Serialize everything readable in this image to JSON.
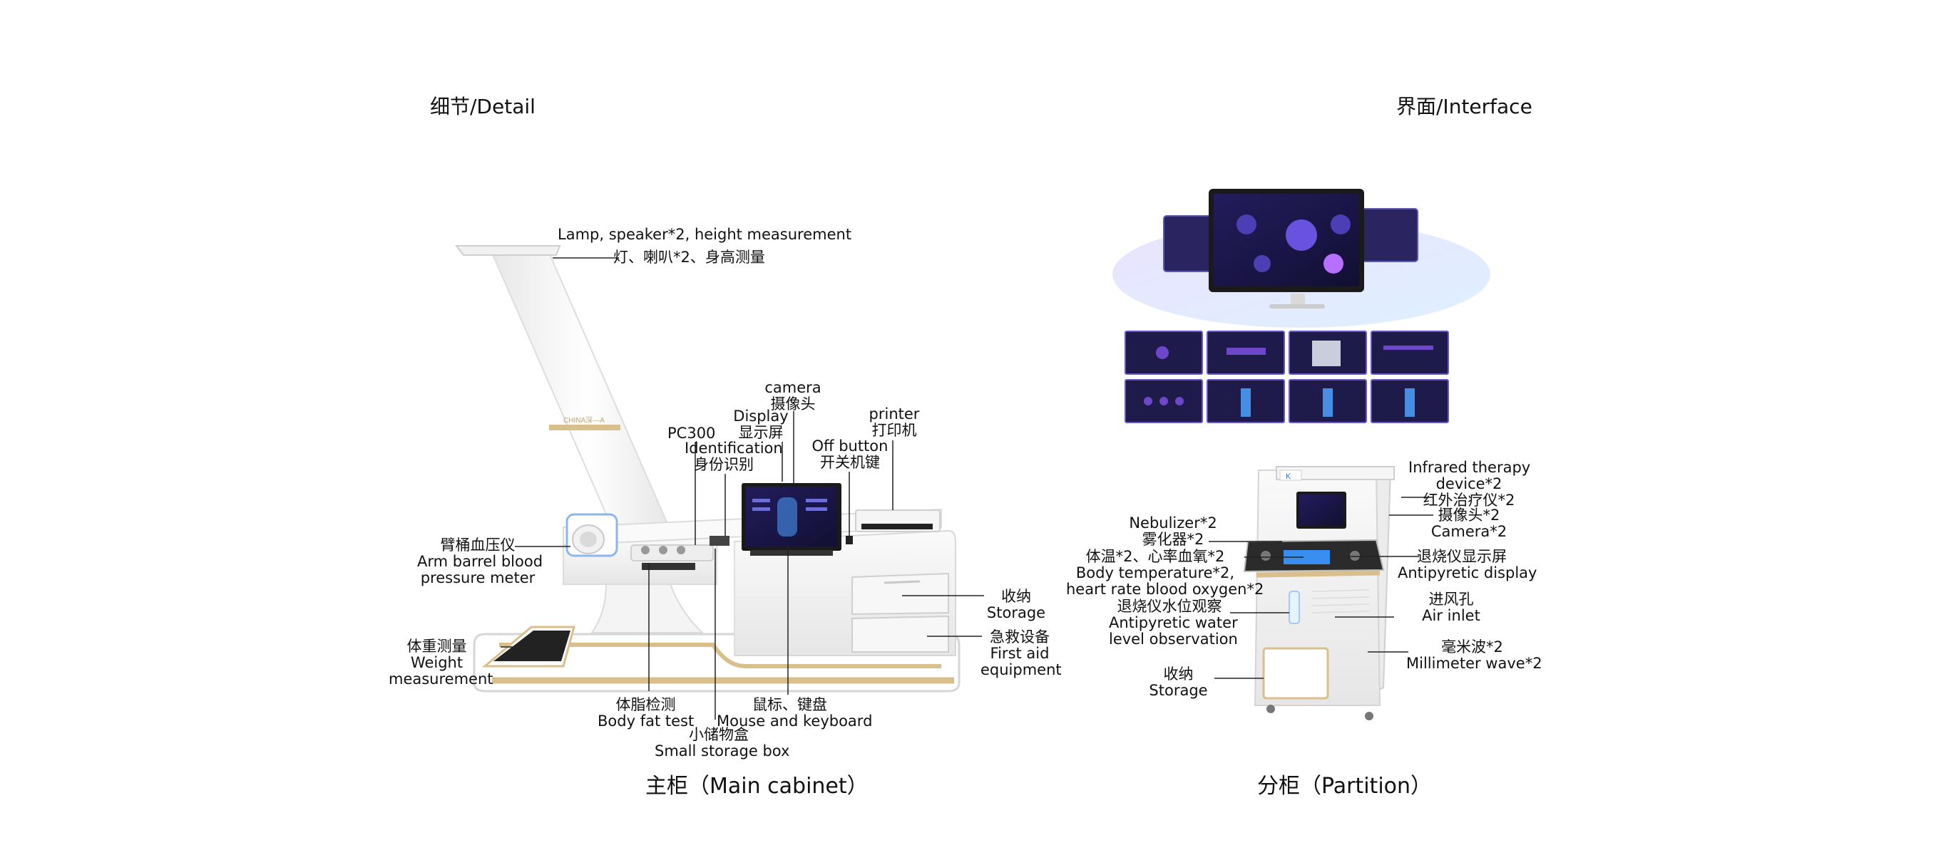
{
  "sections": {
    "detail_title": "细节/Detail",
    "interface_title": "界面/Interface"
  },
  "captions": {
    "main": "主柜（Main cabinet）",
    "partition": "分柜（Partition）"
  },
  "brand": {
    "cabinet_logo": "CHINA深—A",
    "partition_logo": "K"
  },
  "main_labels": {
    "lamp_en": "Lamp, speaker*2, height measurement",
    "lamp_cn": "灯、喇叭*2、身高测量",
    "camera_en": "camera",
    "camera_cn": "摄像头",
    "display_en": "Display",
    "display_cn": "显示屏",
    "pc300": "PC300",
    "ident_en": "Identification",
    "ident_cn": "身份识别",
    "printer_en": "printer",
    "printer_cn": "打印机",
    "off_en": "Off button",
    "off_cn": "开关机键",
    "bp_cn": "臂桶血压仪",
    "bp_en1": "Arm barrel blood",
    "bp_en2": "pressure meter",
    "weight_cn": "体重测量",
    "weight_en1": "Weight",
    "weight_en2": "measurement",
    "fat_cn": "体脂检测",
    "fat_en": "Body fat test",
    "box_cn": "小储物盒",
    "box_en": "Small storage box",
    "mouse_cn": "鼠标、键盘",
    "mouse_en": "Mouse and keyboard",
    "storage_cn": "收纳",
    "storage_en": "Storage",
    "aid_cn": "急救设备",
    "aid_en1": "First aid",
    "aid_en2": "equipment"
  },
  "partition_labels": {
    "ir_en1": "Infrared therapy",
    "ir_en2": "device*2",
    "ir_cn": "红外治疗仪*2",
    "cam_cn": "摄像头*2",
    "cam_en": "Camera*2",
    "neb_en": "Nebulizer*2",
    "neb_cn": "雾化器*2",
    "temp_cn": "体温*2、心率血氧*2",
    "temp_en1": "Body temperature*2,",
    "temp_en2": "heart rate blood oxygen*2",
    "anti_cn": "退烧仪显示屏",
    "anti_en": "Antipyretic display",
    "water_cn": "退烧仪水位观察",
    "water_en1": "Antipyretic water",
    "water_en2": "level observation",
    "air_cn": "进风孔",
    "air_en": "Air inlet",
    "mm_cn": "毫米波*2",
    "mm_en": "Millimeter wave*2",
    "storage_cn": "收纳",
    "storage_en": "Storage"
  },
  "colors": {
    "accent_gold": "#d9bf8c",
    "cabinet_white": "#f4f4f4",
    "screen_dark": "#1d1a45",
    "screen_purple": "#7b4fe0"
  }
}
